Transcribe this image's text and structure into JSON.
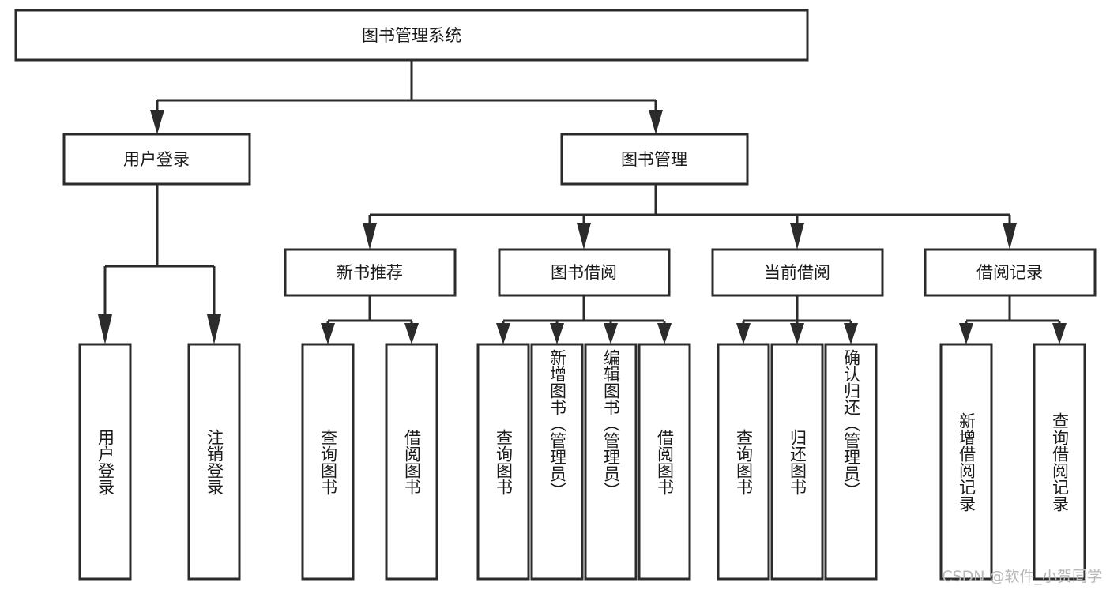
{
  "diagram": {
    "title": "图书管理系统",
    "watermark": "CSDN @软件_小贺同学",
    "style": {
      "box_fill": "#ffffff",
      "box_stroke": "#2b2b2b",
      "text_color": "#1a1a1a",
      "watermark_color": "#b8b8b8",
      "background": "#ffffff"
    },
    "root": {
      "label": "图书管理系统"
    },
    "level2": [
      {
        "label": "用户登录"
      },
      {
        "label": "图书管理"
      }
    ],
    "level3": [
      {
        "label": "新书推荐"
      },
      {
        "label": "图书借阅"
      },
      {
        "label": "当前借阅"
      },
      {
        "label": "借阅记录"
      }
    ],
    "leaves": {
      "user_login": [
        {
          "label": "用户登录"
        },
        {
          "label": "注销登录"
        }
      ],
      "new_book_recommend": [
        {
          "label": "查询图书"
        },
        {
          "label": "借阅图书"
        }
      ],
      "book_borrow": [
        {
          "label": "查询图书"
        },
        {
          "label": "新增图书（管理员）"
        },
        {
          "label": "编辑图书（管理员）"
        },
        {
          "label": "借阅图书"
        }
      ],
      "current_borrow": [
        {
          "label": "查询图书"
        },
        {
          "label": "归还图书"
        },
        {
          "label": "确认归还（管理员）"
        }
      ],
      "borrow_records": [
        {
          "label": "新增借阅记录"
        },
        {
          "label": "查询借阅记录"
        }
      ]
    }
  }
}
